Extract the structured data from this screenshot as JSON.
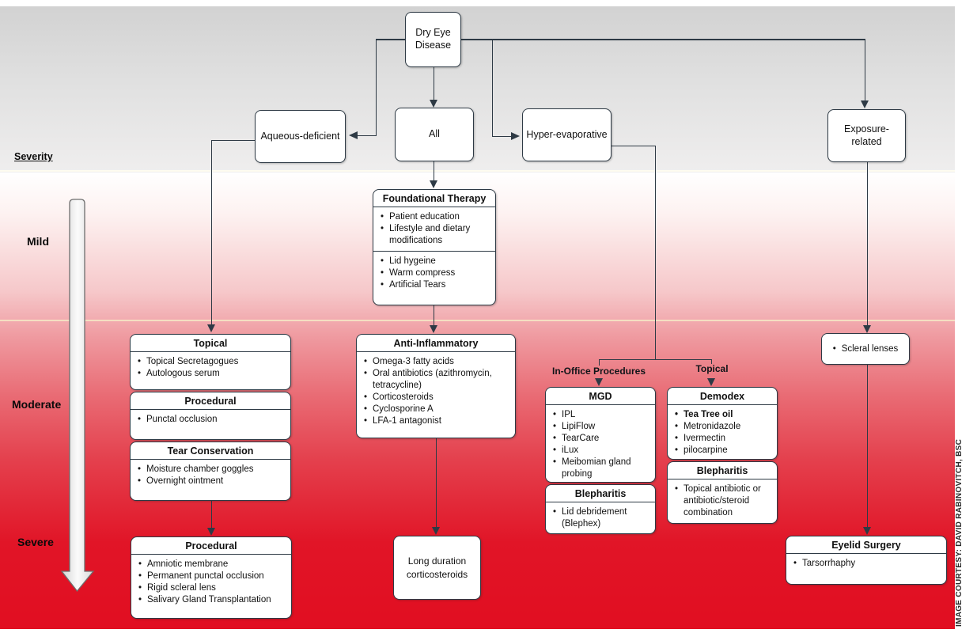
{
  "credit": "IMAGE COURTESY: DAVID RABINOVITCH, BSC",
  "severity": {
    "title": "Severity",
    "mild": "Mild",
    "moderate": "Moderate",
    "severe": "Severe"
  },
  "root": {
    "label": "Dry Eye Disease"
  },
  "top_row": {
    "aqueous": "Aqueous-deficient",
    "all": "All",
    "hyper": "Hyper-evaporative",
    "exposure": "Exposure-related"
  },
  "foundational": {
    "title": "Foundational Therapy",
    "group1": [
      "Patient education",
      "Lifestyle and dietary modifications"
    ],
    "group2": [
      "Lid hygeine",
      "Warm compress",
      "Artificial Tears"
    ]
  },
  "aqueous_stack": [
    {
      "title": "Topical",
      "items": [
        "Topical Secretagogues",
        "Autologous serum"
      ]
    },
    {
      "title": "Procedural",
      "items": [
        "Punctal occlusion"
      ]
    },
    {
      "title": "Tear Conservation",
      "items": [
        "Moisture chamber goggles",
        "Overnight ointment"
      ]
    }
  ],
  "aqueous_severe": {
    "title": "Procedural",
    "items": [
      "Amniotic membrane",
      "Permanent punctal occlusion",
      "Rigid scleral lens",
      "Salivary Gland Transplantation"
    ]
  },
  "anti_inflammatory": {
    "title": "Anti-Inflammatory",
    "items": [
      "Omega-3 fatty acids",
      "Oral antibiotics (azithromycin, tetracycline)",
      "Corticosteroids",
      "Cyclosporine A",
      "LFA-1 antagonist"
    ]
  },
  "long_duration": {
    "label": "Long duration corticosteroids"
  },
  "hyper_branch": {
    "in_office_label": "In-Office Procedures",
    "topical_label": "Topical",
    "mgd": {
      "title": "MGD",
      "items": [
        "IPL",
        "LipiFlow",
        "TearCare",
        "iLux",
        "Meibomian gland probing"
      ]
    },
    "mgd_blepharitis": {
      "title": "Blepharitis",
      "items": [
        "Lid debridement (Blephex)"
      ]
    },
    "demodex": {
      "title": "Demodex",
      "items": [
        {
          "text": "Tea Tree oil",
          "bold": true
        },
        "Metronidazole",
        "Ivermectin",
        "pilocarpine"
      ]
    },
    "demodex_blepharitis": {
      "title": "Blepharitis",
      "items": [
        "Topical antibiotic or antibiotic/steroid combination"
      ]
    }
  },
  "exposure_branch": {
    "scleral": {
      "items": [
        "Scleral lenses"
      ]
    },
    "eyelid": {
      "title": "Eyelid Surgery",
      "items": [
        "Tarsorrhaphy"
      ]
    }
  },
  "colors": {
    "band_gray_top": "#d2d2d2",
    "band_red_bottom": "#e10e21",
    "box_border": "#2e3a45",
    "cream_divider": "#f6e7c6"
  }
}
